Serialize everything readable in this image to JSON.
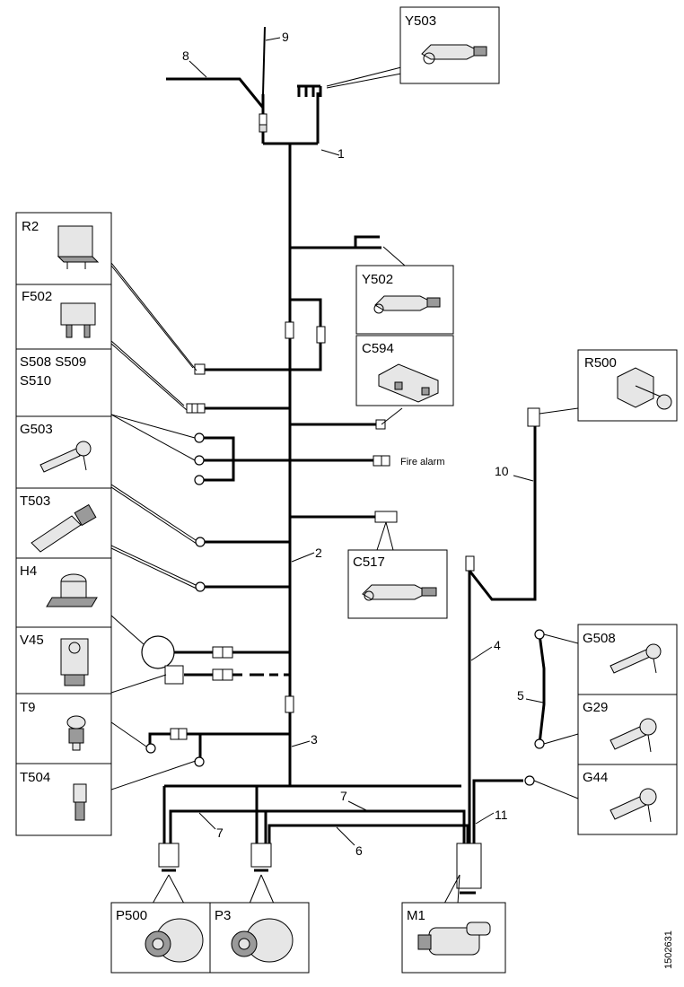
{
  "components": {
    "Y503": "Y503",
    "R2": "R2",
    "Y502": "Y502",
    "F502": "F502",
    "S508": "S508 S509",
    "S510": "S510",
    "C594": "C594",
    "R500": "R500",
    "G503": "G503",
    "T503": "T503",
    "C517": "C517",
    "H4": "H4",
    "V45": "V45",
    "G508": "G508",
    "T9": "T9",
    "G29": "G29",
    "T504": "T504",
    "G44": "G44",
    "P500": "P500",
    "P3": "P3",
    "M1": "M1"
  },
  "wire_numbers": {
    "w1": "1",
    "w2": "2",
    "w3": "3",
    "w4": "4",
    "w5": "5",
    "w6": "6",
    "w7a": "7",
    "w7b": "7",
    "w8": "8",
    "w9": "9",
    "w10": "10",
    "w11": "11"
  },
  "annotations": {
    "fire_alarm": "Fire alarm",
    "drawing_id": "1502631"
  }
}
